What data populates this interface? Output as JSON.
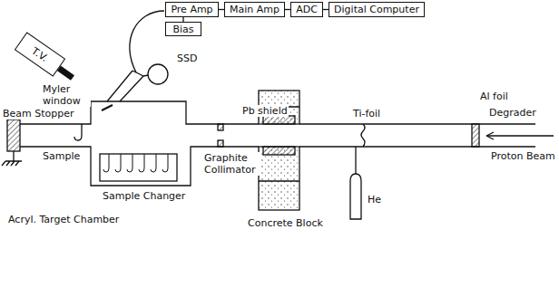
{
  "diagram": {
    "nodes": [
      {
        "text": [
          "Pre Amp"
        ]
      },
      {
        "text": [
          "Main Amp"
        ]
      },
      {
        "text": [
          "ADC"
        ]
      },
      {
        "text": [
          "Digital Computer"
        ]
      },
      {
        "text": [
          "Bias"
        ]
      },
      {
        "text": [
          "T.V."
        ]
      }
    ],
    "edges": [
      {
        "from": 0,
        "to": 1,
        "arrow": "none"
      },
      {
        "from": 1,
        "to": 2,
        "arrow": "none"
      },
      {
        "from": 2,
        "to": 3,
        "arrow": "none"
      },
      {
        "from": 0,
        "to": 4,
        "arrow": "none"
      }
    ],
    "labels": [
      "SSD",
      "Myler window",
      "Beam Stopper",
      "Sample",
      "Sample Changer",
      "Graphite Collimator",
      "Pb shield",
      "Concrete Block",
      "Ti-foil",
      "Al foil",
      "Degrader",
      "Proton Beam",
      "He",
      "Acryl. Target Chamber"
    ]
  }
}
